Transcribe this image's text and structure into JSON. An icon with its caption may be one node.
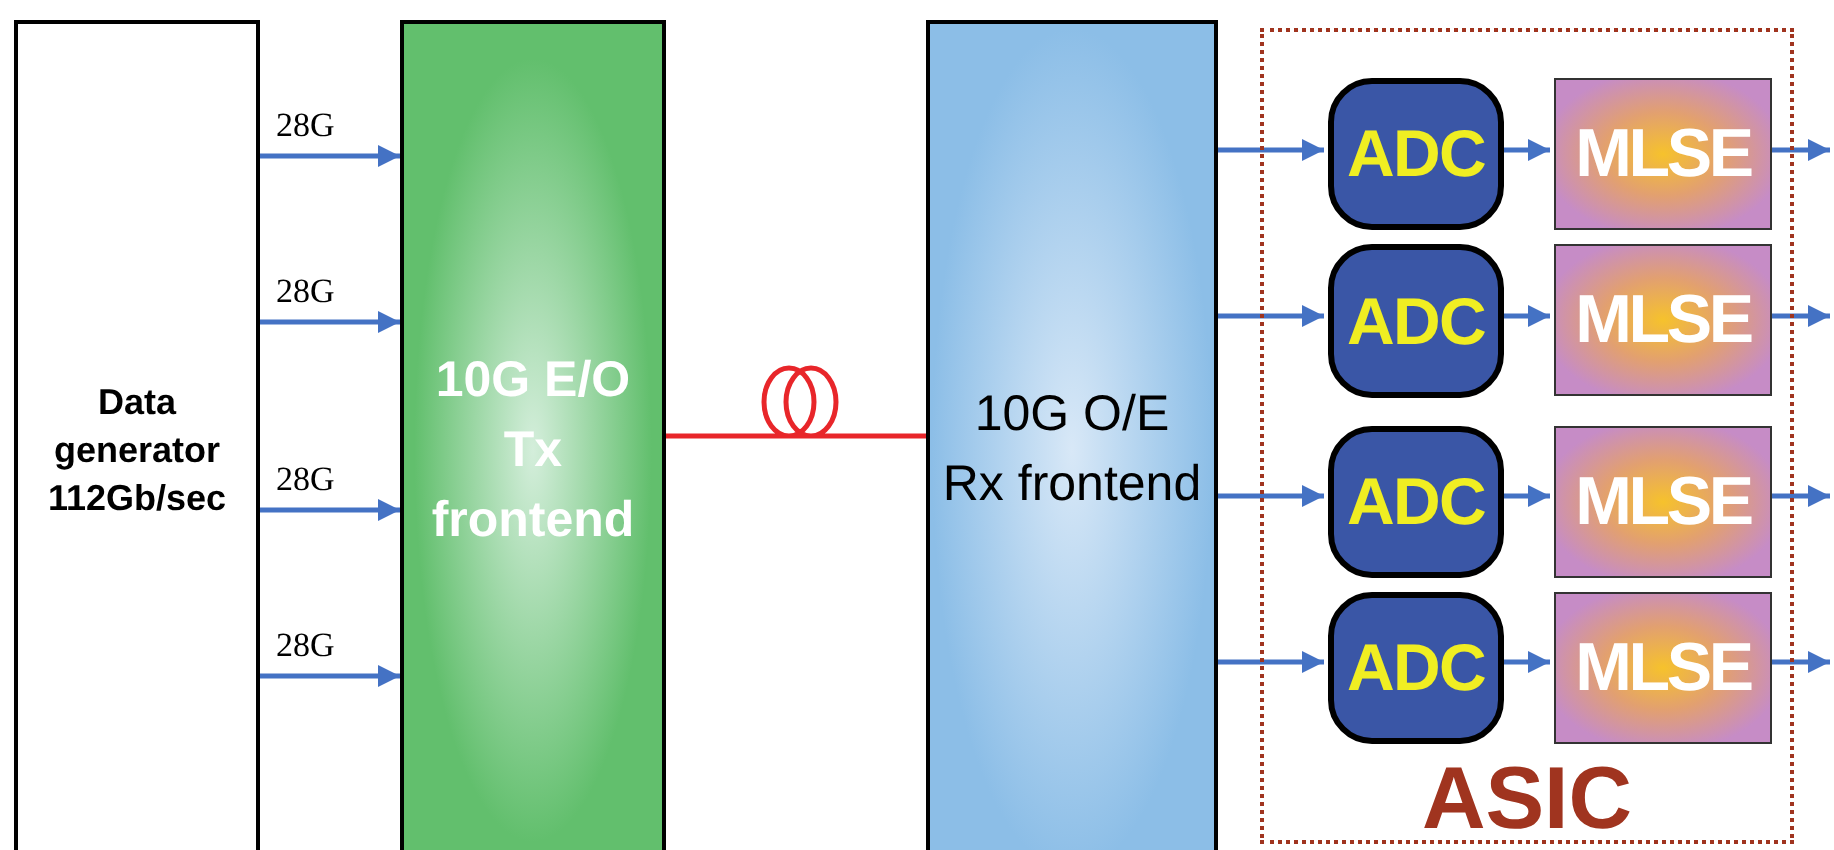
{
  "diagram": {
    "nodes": [
      {
        "text": [
          "Data generator 112Gb/sec"
        ]
      },
      {
        "text": [
          "10G E/O Tx frontend"
        ]
      },
      {
        "text": [
          "10G O/E Rx frontend"
        ]
      },
      {
        "text": [
          "ASIC"
        ]
      },
      {
        "text": [
          "ADC"
        ],
        "in": 3
      },
      {
        "text": [
          "MLSE"
        ],
        "in": 3
      },
      {
        "text": [
          "ADC"
        ],
        "in": 3
      },
      {
        "text": [
          "MLSE"
        ],
        "in": 3
      },
      {
        "text": [
          "ADC"
        ],
        "in": 3
      },
      {
        "text": [
          "MLSE"
        ],
        "in": 3
      },
      {
        "text": [
          "ADC"
        ],
        "in": 3
      },
      {
        "text": [
          "MLSE"
        ],
        "in": 3
      }
    ],
    "edges": [
      {
        "from": 0,
        "to": 1,
        "arrow": "to",
        "label": "28G"
      },
      {
        "from": 0,
        "to": 1,
        "arrow": "to",
        "label": "28G"
      },
      {
        "from": 0,
        "to": 1,
        "arrow": "to",
        "label": "28G"
      },
      {
        "from": 0,
        "to": 1,
        "arrow": "to",
        "label": "28G"
      },
      {
        "from": 1,
        "to": 2,
        "arrow": "none",
        "color": "#e8262a"
      },
      {
        "from": 2,
        "to": 4,
        "arrow": "to"
      },
      {
        "from": 2,
        "to": 6,
        "arrow": "to"
      },
      {
        "from": 2,
        "to": 8,
        "arrow": "to"
      },
      {
        "from": 2,
        "to": 10,
        "arrow": "to"
      },
      {
        "from": 4,
        "to": 5,
        "arrow": "to"
      },
      {
        "from": 6,
        "to": 7,
        "arrow": "to"
      },
      {
        "from": 8,
        "to": 9,
        "arrow": "to"
      },
      {
        "from": 10,
        "to": 11,
        "arrow": "to"
      },
      {
        "from": 5,
        "to": null,
        "arrow": "to"
      },
      {
        "from": 7,
        "to": null,
        "arrow": "to"
      },
      {
        "from": 9,
        "to": null,
        "arrow": "to"
      },
      {
        "from": 11,
        "to": null,
        "arrow": "to"
      }
    ]
  }
}
